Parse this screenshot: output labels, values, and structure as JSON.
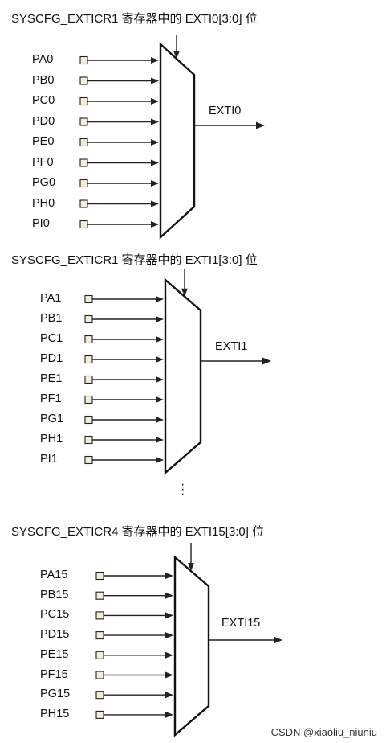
{
  "blocks": [
    {
      "title": "SYSCFG_EXTICR1 寄存器中的 EXTI0[3:0] 位",
      "inputs": [
        "PA0",
        "PB0",
        "PC0",
        "PD0",
        "PE0",
        "PF0",
        "PG0",
        "PH0",
        "PI0"
      ],
      "output": "EXTI0"
    },
    {
      "title": "SYSCFG_EXTICR1 寄存器中的 EXTI1[3:0] 位",
      "inputs": [
        "PA1",
        "PB1",
        "PC1",
        "PD1",
        "PE1",
        "PF1",
        "PG1",
        "PH1",
        "PI1"
      ],
      "output": "EXTI1"
    },
    {
      "title": "SYSCFG_EXTICR4 寄存器中的 EXTI15[3:0] 位",
      "inputs": [
        "PA15",
        "PB15",
        "PC15",
        "PD15",
        "PE15",
        "PF15",
        "PG15",
        "PH15"
      ],
      "output": "EXTI15"
    }
  ],
  "ellipsis": ":",
  "watermark": "CSDN @xiaoliu_niuniu"
}
